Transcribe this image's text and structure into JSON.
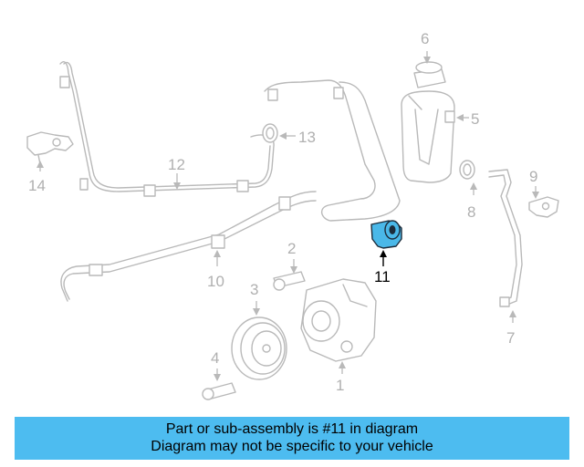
{
  "highlight_color": "#4ab8e8",
  "banner_color": "#4dbcf0",
  "callouts": {
    "c1": "1",
    "c2": "2",
    "c3": "3",
    "c4": "4",
    "c5": "5",
    "c6": "6",
    "c7": "7",
    "c8": "8",
    "c9": "9",
    "c10": "10",
    "c11": "11",
    "c12": "12",
    "c13": "13",
    "c14": "14"
  },
  "highlighted_part": "11",
  "banner": {
    "line1": "Part or sub-assembly is #11 in diagram",
    "line2": "Diagram may not be specific to your vehicle"
  }
}
